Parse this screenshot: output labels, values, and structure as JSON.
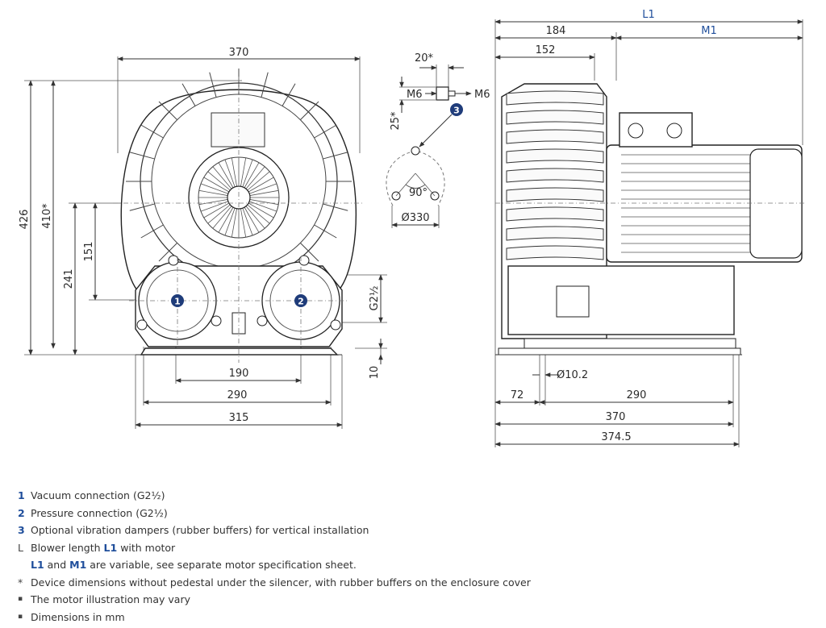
{
  "front_view": {
    "width": "370",
    "height_total": "426",
    "height_star": "410*",
    "axis_height": "241",
    "port_height": "151",
    "port_spacing": "190",
    "foot_spacing": "290",
    "base_width": "315",
    "port_size": "G2½",
    "foot_height": "10",
    "marker_1": "1",
    "marker_2": "2"
  },
  "damper_detail": {
    "offset": "20*",
    "height": "25*",
    "thread_left": "M6",
    "thread_right": "M6",
    "marker": "3",
    "angle": "90°",
    "diameter": "Ø330"
  },
  "side_view": {
    "length_l1": "L1",
    "motor_m1": "M1",
    "flange_length": "184",
    "housing_length": "152",
    "hole": "Ø10.2",
    "foot_offset": "72",
    "foot_spacing": "290",
    "overall": "370",
    "overall_total": "374.5"
  },
  "legend": [
    {
      "marker": "1",
      "text": "Vacuum connection (G2½)"
    },
    {
      "marker": "2",
      "text": "Pressure connection (G2½)"
    },
    {
      "marker": "3",
      "text": "Optional vibration dampers (rubber buffers) for vertical installation"
    },
    {
      "marker": "L",
      "text_a": "Blower length ",
      "hl": "L1",
      "text_b": " with motor"
    },
    {
      "hl_a": "L1",
      "text_a": " and ",
      "hl_b": "M1",
      "text_b": " are variable, see separate motor specification sheet."
    },
    {
      "marker": "*",
      "text": "Device dimensions without pedestal under the silencer, with rubber buffers on the enclosure cover"
    },
    {
      "marker": "▪",
      "text": "The motor illustration may vary"
    },
    {
      "marker": "▪",
      "text": "Dimensions in mm"
    }
  ],
  "colors": {
    "accent": "#1f4e9b",
    "line": "#333333"
  }
}
